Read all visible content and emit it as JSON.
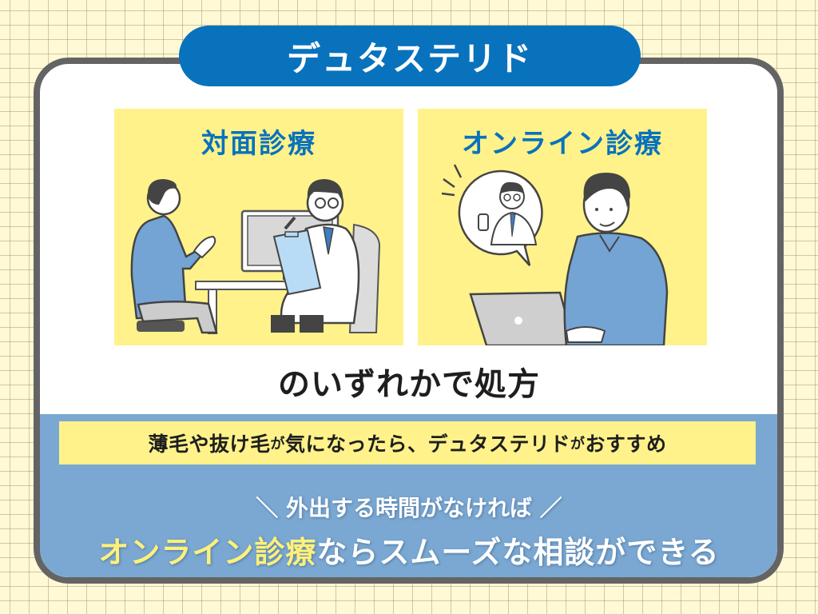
{
  "title": "デュタステリド",
  "panels": [
    {
      "title": "対面診療",
      "illustration": "patient-consulting-doctor-in-person"
    },
    {
      "title": "オンライン診療",
      "illustration": "man-video-call-with-doctor-on-laptop"
    }
  ],
  "prescription_text": "のいずれかで処方",
  "banner": {
    "part1": "薄毛や抜け毛",
    "part2": "が",
    "part3": "気になったら、デュタステリド",
    "part4": "が",
    "part5": "おすすめ"
  },
  "caption": {
    "line1_left_mark": "＼",
    "line1": "外出する時間がなければ",
    "line1_right_mark": "／",
    "line2_highlight": "オンライン診療",
    "line2_rest": "ならスムーズな相談ができる"
  },
  "colors": {
    "background": "#fff9d6",
    "grid": "#c8bf90",
    "card_border": "#646464",
    "title_pill": "#0872bd",
    "panel": "#fff28a",
    "bottom_area": "#7aa8d2",
    "highlight_text": "#fff07a"
  }
}
